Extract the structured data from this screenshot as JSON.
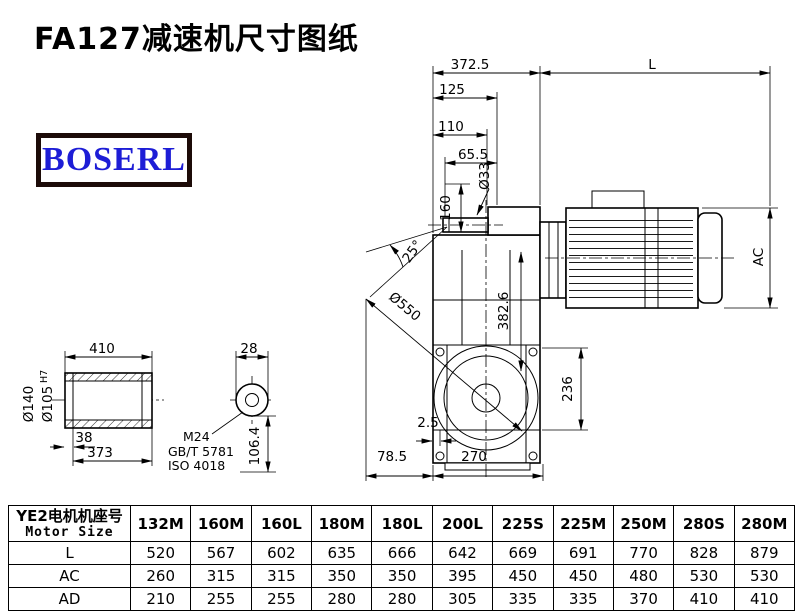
{
  "page": {
    "title": "FA127减速机尺寸图纸",
    "logo_text": "BOSERL"
  },
  "drawing": {
    "dims": {
      "d372_5": "372.5",
      "L_label": "L",
      "d125": "125",
      "d110": "110",
      "d65_5": "65.5",
      "d33": "Ø33",
      "d160": "160",
      "d25": "25°",
      "d550": "Ø550",
      "d382_6": "382.6",
      "AC_label": "AC",
      "d236": "236",
      "d2_5": "2.5",
      "d78_5": "78.5",
      "d270": "270",
      "d410": "410",
      "d140": "Ø140",
      "d105": "Ø105",
      "d105_tol": "H7",
      "d38": "38",
      "d373": "373",
      "d28": "28",
      "m24": "M24",
      "gbt5781": "GB/T 5781",
      "iso4018": "ISO 4018",
      "d106_4": "106.4"
    }
  },
  "table": {
    "header_cn": "YE2电机机座号",
    "header_en": "Motor Size",
    "columns": [
      "132M",
      "160M",
      "160L",
      "180M",
      "180L",
      "200L",
      "225S",
      "225M",
      "250M",
      "280S",
      "280M"
    ],
    "rows": [
      {
        "label": "L",
        "values": [
          "520",
          "567",
          "602",
          "635",
          "666",
          "642",
          "669",
          "691",
          "770",
          "828",
          "879"
        ]
      },
      {
        "label": "AC",
        "values": [
          "260",
          "315",
          "315",
          "350",
          "350",
          "395",
          "450",
          "450",
          "480",
          "530",
          "530"
        ]
      },
      {
        "label": "AD",
        "values": [
          "210",
          "255",
          "255",
          "280",
          "280",
          "305",
          "335",
          "335",
          "370",
          "410",
          "410"
        ]
      }
    ]
  }
}
